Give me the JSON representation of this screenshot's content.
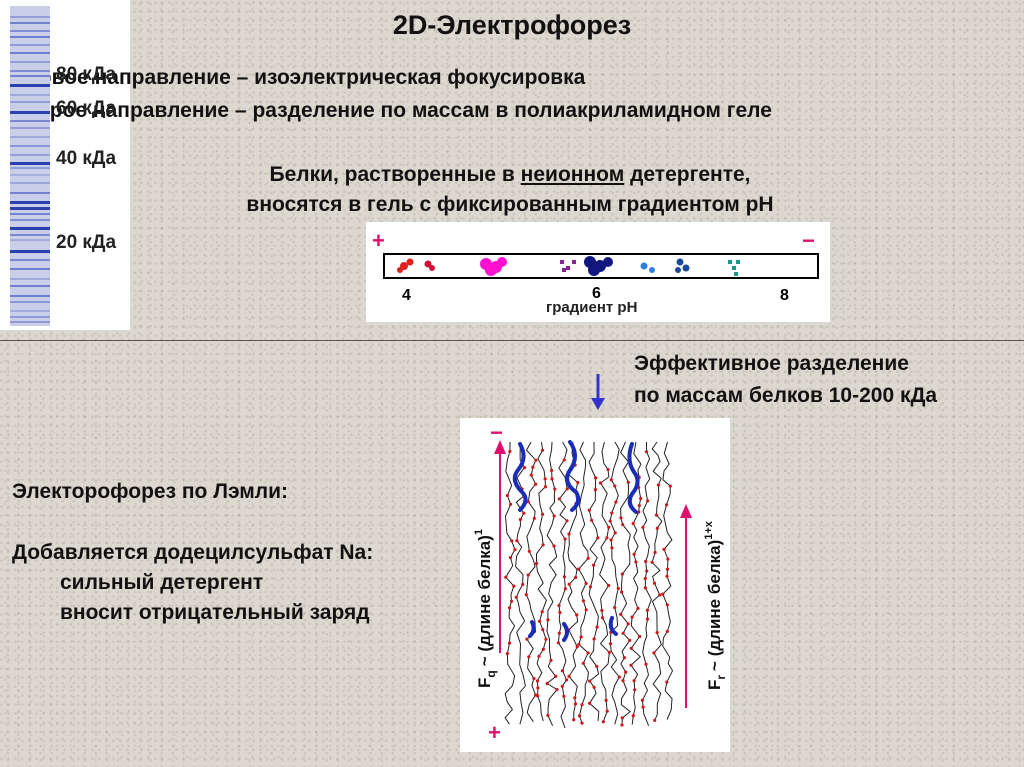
{
  "title": "2D-Электрофорез",
  "line1": "Первое направление – изоэлектрическая фокусировка",
  "line2": "Второе направление – разделение по массам в полиакриламидном геле",
  "proteins": {
    "pre": "Белки, растворенные в ",
    "underlined": "неионном",
    "post": " детергенте,",
    "line2": "вносятся в гель с фиксированным градиентом pH"
  },
  "ph_strip": {
    "plus": "+",
    "minus": "−",
    "tick_4": "4",
    "tick_6": "6",
    "tick_8": "8",
    "label": "градиент pH"
  },
  "effective": {
    "line1": "Эффективное разделение",
    "line2": "по массам белков 10-200 кДа"
  },
  "laemmli": "Электорофорез по Лэмли:",
  "sds": {
    "line1": "Добавляется додецилсульфат Na:",
    "line2": "сильный детергент",
    "line3": "вносит отрицательный заряд"
  },
  "gel": {
    "minus": "−",
    "plus": "+",
    "left_force_label": "F",
    "left_force_sub": "q",
    "left_rotated": "~ (длине белка)",
    "left_rotated_exp": "1",
    "right_force_label": "F",
    "right_force_sub": "r",
    "right_rotated": "~ (длине белка)",
    "right_rotated_exp": "1+x"
  },
  "markers": [
    "80 кДа",
    "60 кДа",
    "40 кДа",
    "20 кДа"
  ],
  "colors": {
    "accent": "#e0106f",
    "arrow": "#3333cc",
    "protein_blue": "#1a2db8"
  }
}
